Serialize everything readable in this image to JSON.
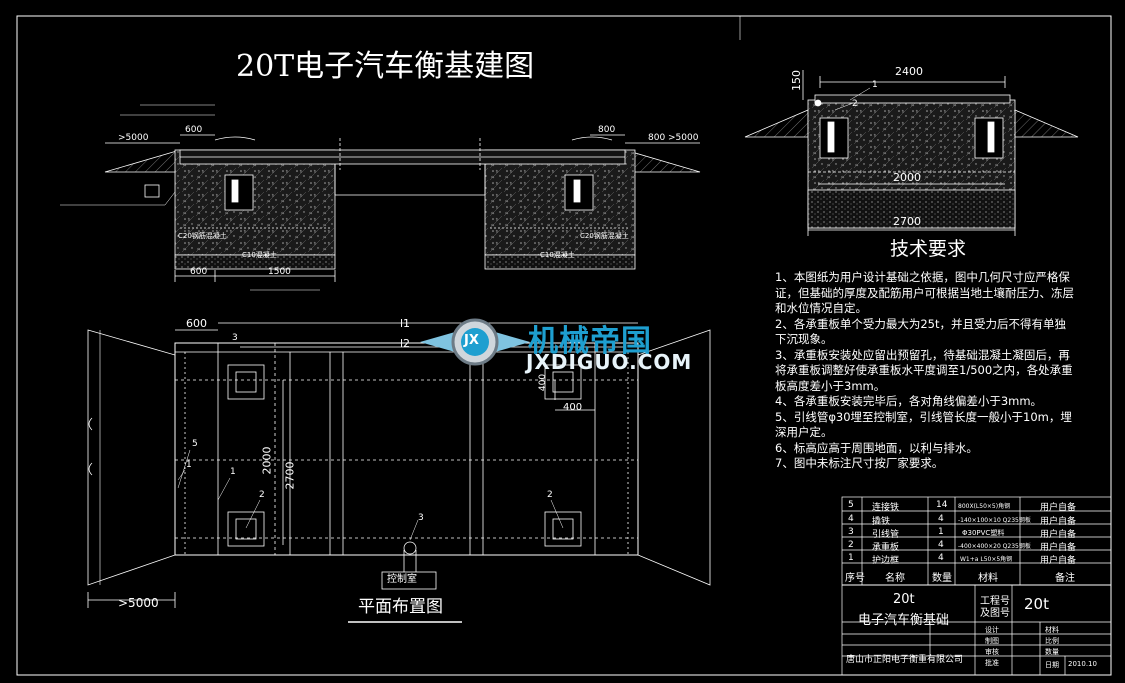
{
  "drawing": {
    "title": "20T电子汽车衡基建图",
    "plan_label": "平面布置图",
    "control_room": "控制室",
    "tech_req_title": "技术要求"
  },
  "watermark": {
    "main": "机械帝国",
    "sub": "JXDIGUO.COM",
    "badge": "JX"
  },
  "requirements": [
    "1、本图纸为用户设计基础之依据，图中几何尺寸应严格保证，但基础的厚度及配筋用户可根据当地土壤耐压力、冻层和水位情况自定。",
    "2、各承重板单个受力最大为25t，并且受力后不得有单独下沉现象。",
    "3、承重板安装处应留出预留孔，待基础混凝土凝固后，再将承重板调整好使承重板水平度调至1/500之内，各处承重板高度差小于3mm。",
    "4、各承重板安装完毕后，各对角线偏差小于3mm。",
    "5、引线管φ30埋至控制室，引线管长度一般小于10m，埋深用户定。",
    "6、标高应高于周围地面，以利与排水。",
    "7、图中未标注尺寸按厂家要求。"
  ],
  "dims": {
    "d2400": "2400",
    "d150": "150",
    "d2000_top": "2000",
    "d2700_top": "2700",
    "d600a": "600",
    "d5000a": ">5000",
    "d800a": "800",
    "d800b": "800",
    "d5000b": ">5000",
    "d600b": "600",
    "d1500": "1500",
    "p600": "600",
    "p3": "3",
    "pl1": "l1",
    "pl2": "l2",
    "p400a": "400",
    "p400b": "400",
    "p2000": "2000",
    "p2700": "2700",
    "p5000": ">5000",
    "c10a": "C10混凝土",
    "c10b": "C10混凝土",
    "c20a": "C20钢筋混凝土",
    "c20b": "C20钢筋混凝土"
  },
  "callouts": {
    "n1": "1",
    "n2": "2",
    "n5": "5",
    "n1b": "1",
    "n1c": "1",
    "n2b": "2",
    "n2c": "2",
    "n3": "3",
    "t1": "1",
    "t2": "2"
  },
  "parts_table": {
    "headers": [
      "序号",
      "名称",
      "数量",
      "材料",
      "备注"
    ],
    "rows": [
      [
        "5",
        "连接铁",
        "14",
        "800X(L50×5)角钢",
        "用户自备"
      ],
      [
        "4",
        "撬铁",
        "4",
        "-140×100×10 Q235钢板",
        "用户自备"
      ],
      [
        "3",
        "引线管",
        "1",
        "Φ30PVC塑料",
        "用户自备"
      ],
      [
        "2",
        "承重板",
        "4",
        "-400×400×20 Q235钢板",
        "用户自备"
      ],
      [
        "1",
        "护边框",
        "4",
        "W1+a L50×5角钢",
        "用户自备"
      ]
    ]
  },
  "title_block": {
    "product_top": "20t",
    "product_name": "电子汽车衡基础",
    "project_no_label": "工程号",
    "drawing_no_label": "及图号",
    "drawing_no": "20t",
    "company": "唐山市正阳电子衡重有限公司",
    "date": "2010.10",
    "roles": [
      "设计",
      "制图",
      "审核",
      "批准"
    ],
    "meta": [
      "材料",
      "比例",
      "数量",
      "日期"
    ]
  }
}
